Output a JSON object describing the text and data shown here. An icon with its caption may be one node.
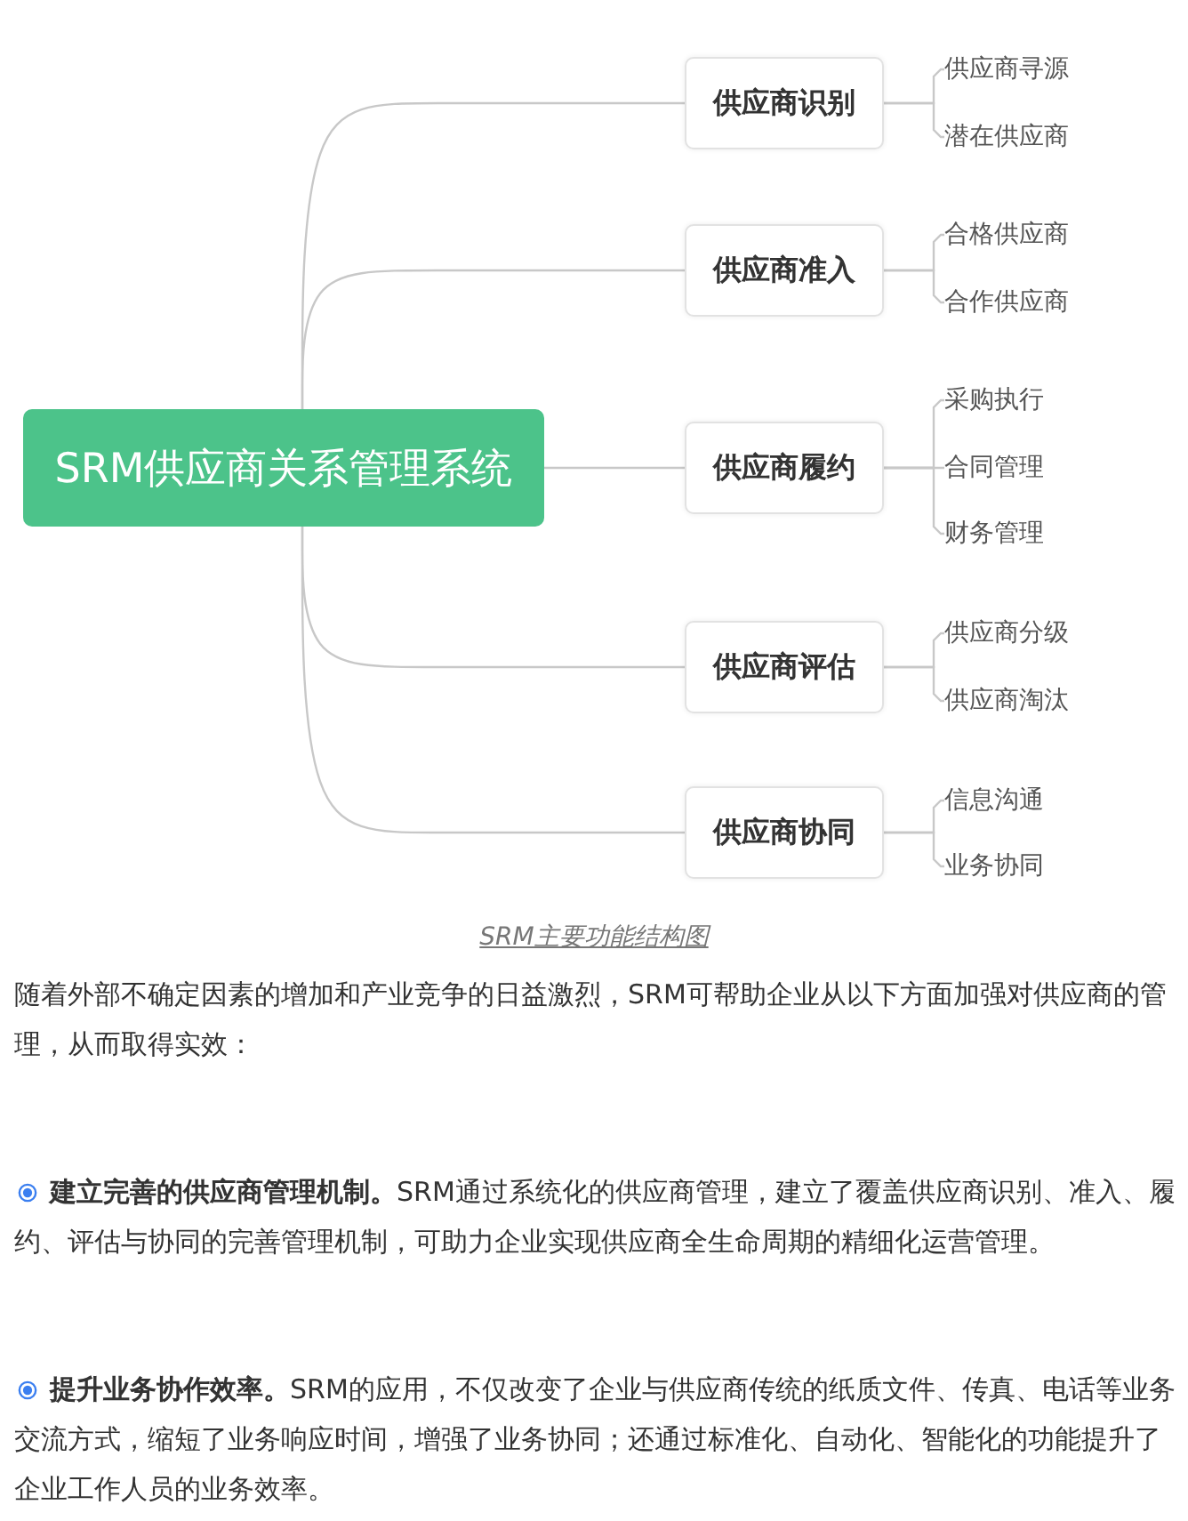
{
  "diagram": {
    "caption": "SRM主要功能结构图",
    "nodes": [
      {
        "text": [
          "SRM供应商关系管理系统"
        ]
      },
      {
        "text": [
          "供应商识别"
        ]
      },
      {
        "text": [
          "供应商寻源"
        ]
      },
      {
        "text": [
          "潜在供应商"
        ]
      },
      {
        "text": [
          "供应商准入"
        ]
      },
      {
        "text": [
          "合格供应商"
        ]
      },
      {
        "text": [
          "合作供应商"
        ]
      },
      {
        "text": [
          "供应商履约"
        ]
      },
      {
        "text": [
          "采购执行"
        ]
      },
      {
        "text": [
          "合同管理"
        ]
      },
      {
        "text": [
          "财务管理"
        ]
      },
      {
        "text": [
          "供应商评估"
        ]
      },
      {
        "text": [
          "供应商分级"
        ]
      },
      {
        "text": [
          "供应商淘汰"
        ]
      },
      {
        "text": [
          "供应商协同"
        ]
      },
      {
        "text": [
          "信息沟通"
        ]
      },
      {
        "text": [
          "业务协同"
        ]
      }
    ],
    "edges": [
      {
        "from": 0,
        "to": 1,
        "arrow": "none"
      },
      {
        "from": 0,
        "to": 4,
        "arrow": "none"
      },
      {
        "from": 0,
        "to": 7,
        "arrow": "none"
      },
      {
        "from": 0,
        "to": 11,
        "arrow": "none"
      },
      {
        "from": 0,
        "to": 14,
        "arrow": "none"
      },
      {
        "from": 1,
        "to": 2,
        "arrow": "none"
      },
      {
        "from": 1,
        "to": 3,
        "arrow": "none"
      },
      {
        "from": 4,
        "to": 5,
        "arrow": "none"
      },
      {
        "from": 4,
        "to": 6,
        "arrow": "none"
      },
      {
        "from": 7,
        "to": 8,
        "arrow": "none"
      },
      {
        "from": 7,
        "to": 9,
        "arrow": "none"
      },
      {
        "from": 7,
        "to": 10,
        "arrow": "none"
      },
      {
        "from": 11,
        "to": 12,
        "arrow": "none"
      },
      {
        "from": 11,
        "to": 13,
        "arrow": "none"
      },
      {
        "from": 14,
        "to": 15,
        "arrow": "none"
      },
      {
        "from": 14,
        "to": 16,
        "arrow": "none"
      }
    ],
    "labels": [
      "随着外部不确定因素的增加和产业竞争的日益激烈，SRM可帮助企业从以下方面加强对供应商的管理，从而取得实效：",
      "**建立完善的供应商管理机制。**SRM通过系统化的供应商管理，建立了覆盖供应商识别、准入、履约、评估与协同的完善管理机制，可助力企业实现供应商全生命周期的精细化运营管理。",
      "**提升业务协作效率。**SRM的应用，不仅改变了企业与供应商传统的纸质文件、传真、电话等业务交流方式，缩短了业务响应时间，增强了业务协同；还通过标准化、自动化、智能化的功能提升了企业工作人员的业务效率。"
    ]
  }
}
